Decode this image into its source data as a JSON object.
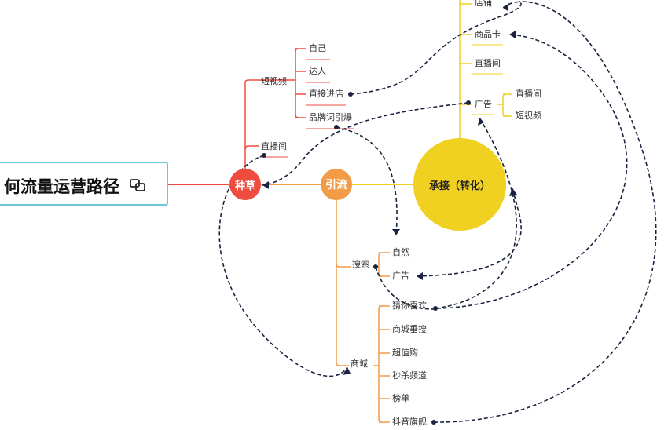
{
  "root": {
    "title": "何流量运营路径"
  },
  "hubs": {
    "zhongcao": "种草",
    "yinliu": "引流",
    "chengjie": "承接（转化）"
  },
  "zhongcao": {
    "duanshipin": "短视频",
    "duanshipin_children": [
      "自己",
      "达人",
      "直接进店",
      "品牌词引爆"
    ],
    "zhibojian": "直播间"
  },
  "yinliu": {
    "sousuo": "搜索",
    "sousuo_children": [
      "自然",
      "广告"
    ],
    "shangcheng": "商城",
    "shangcheng_children": [
      "猜你喜欢",
      "商城垂搜",
      "超值购",
      "秒杀频道",
      "榜单",
      "抖音旗舰"
    ]
  },
  "chengjie": {
    "children": [
      "店铺",
      "商品卡",
      "直播间",
      "广告"
    ],
    "guanggao_children": [
      "直播间",
      "短视频"
    ]
  },
  "colors": {
    "red": "#ef4b3f",
    "orange": "#f39c47",
    "yellow": "#f0d020",
    "root_border": "#6ec6dc",
    "dash": "#1a2340"
  }
}
